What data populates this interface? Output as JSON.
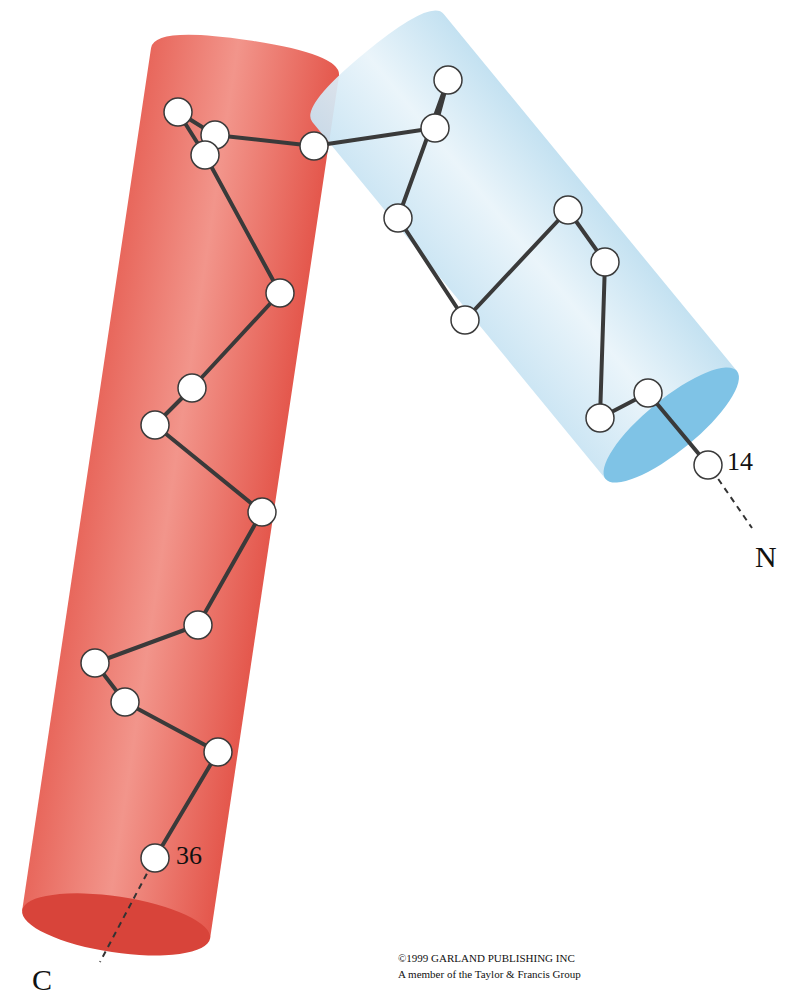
{
  "diagram": {
    "labels": [
      "14",
      "N",
      "36",
      "C",
      "©1999 GARLAND PUBLISHING INC",
      "A member of the Taylor & Francis Group"
    ]
  }
}
